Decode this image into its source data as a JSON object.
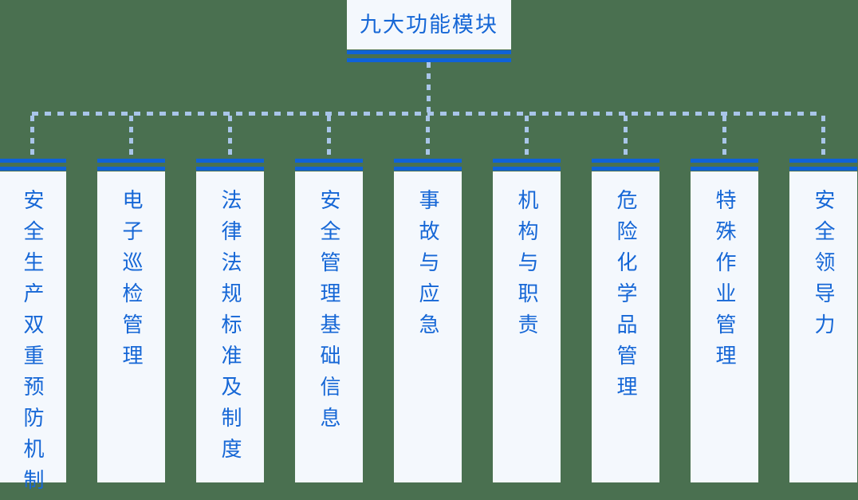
{
  "diagram": {
    "type": "org-tree",
    "root": {
      "label": "九大功能模块"
    },
    "nodes": [
      {
        "label": "安全生产双重预防机制"
      },
      {
        "label": "电子巡检管理"
      },
      {
        "label": "法律法规标准及制度"
      },
      {
        "label": "安全管理基础信息"
      },
      {
        "label": "事故与应急"
      },
      {
        "label": "机构与职责"
      },
      {
        "label": "危险化学品管理"
      },
      {
        "label": "特殊作业管理"
      },
      {
        "label": "安全领导力"
      }
    ],
    "colors": {
      "background": "#4a7050",
      "panel": "#f4f8fd",
      "bar": "#0f62d8",
      "text": "#1667d6",
      "connector": "#a9c5e9"
    }
  }
}
